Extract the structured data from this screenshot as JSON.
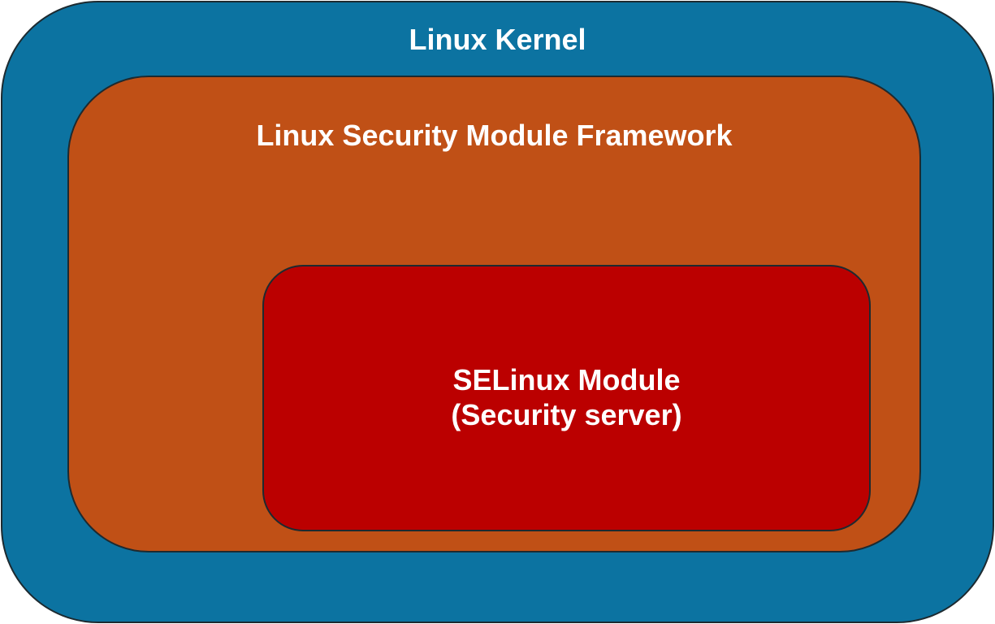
{
  "diagram": {
    "kernel": {
      "title": "Linux Kernel",
      "color": "#0c73a1"
    },
    "lsm": {
      "title": "Linux Security Module Framework",
      "color": "#c05016"
    },
    "selinux": {
      "title_line1": "SELinux Module",
      "title_line2": "(Security server)",
      "color": "#bb0000"
    }
  }
}
